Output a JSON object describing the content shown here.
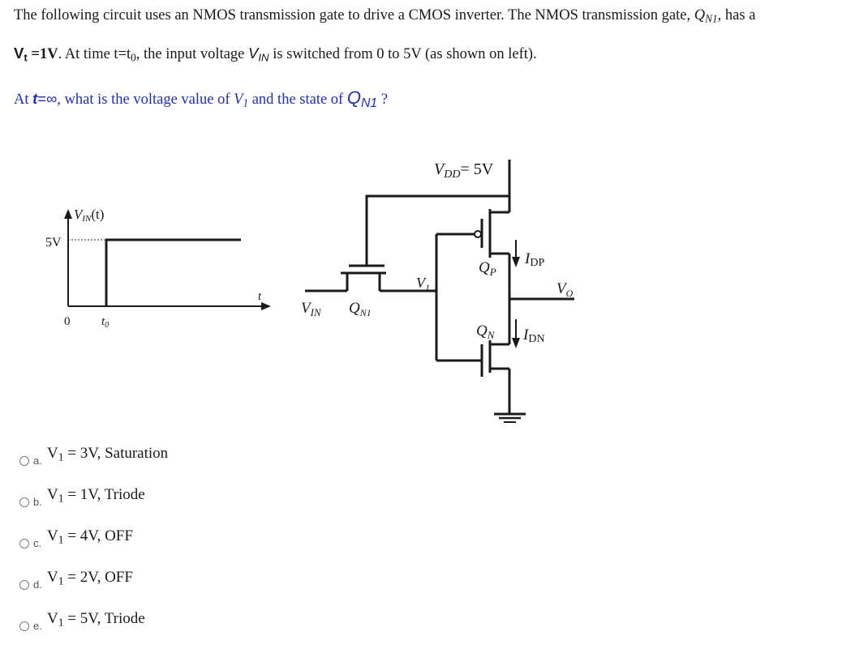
{
  "question": {
    "line1_a": "The following circuit uses an NMOS transmission gate to drive a CMOS inverter.  The NMOS transmission gate, ",
    "line1_q": "Q",
    "line1_qsub": "N1",
    "line1_b": ", has a",
    "line2_vt": "V",
    "line2_vtsub": "t",
    "line2_vtval": " =1V",
    "line2_a": ". At time t=t",
    "line2_t0sub": "0",
    "line2_b": ", the input voltage ",
    "line2_vin": "V",
    "line2_vinsub": "IN",
    "line2_c": " is switched from 0 to 5V (as shown on left).",
    "line3_a": "At ",
    "line3_t": "t",
    "line3_eq": "=∞",
    "line3_b": ", what is the voltage value of ",
    "line3_v": "V",
    "line3_vsub": "1",
    "line3_c": " and the state of ",
    "line3_q": "Q",
    "line3_qsub": "N1",
    "line3_d": " ?"
  },
  "graph": {
    "ylabel_v": "V",
    "ylabel_sub": "IN",
    "ylabel_t": "(t)",
    "y_tick": "5V",
    "x_zero": "0",
    "x_t0": "t",
    "x_t0sub": "0",
    "x_axis": "t"
  },
  "circuit": {
    "vdd_v": "V",
    "vdd_sub": "DD",
    "vdd_val": "= 5V",
    "vin_v": "V",
    "vin_sub": "IN",
    "qn1_q": "Q",
    "qn1_sub": "N1",
    "v1_v": "V",
    "v1_sub": "1",
    "qp_q": "Q",
    "qp_sub": "P",
    "qn_q": "Q",
    "qn_sub": "N",
    "idp_i": "I",
    "idp_sub": "DP",
    "idn_i": "I",
    "idn_sub": "DN",
    "vo_v": "V",
    "vo_sub": "O"
  },
  "options": [
    {
      "letter": "a.",
      "v": "V",
      "sub": "1",
      "text": " = 3V, Saturation"
    },
    {
      "letter": "b.",
      "v": "V",
      "sub": "1",
      "text": " = 1V, Triode"
    },
    {
      "letter": "c.",
      "v": "V",
      "sub": "1",
      "text": " = 4V, OFF"
    },
    {
      "letter": "d.",
      "v": "V",
      "sub": "1",
      "text": " = 2V, OFF"
    },
    {
      "letter": "e.",
      "v": "V",
      "sub": "1",
      "text": " = 5V, Triode"
    }
  ]
}
